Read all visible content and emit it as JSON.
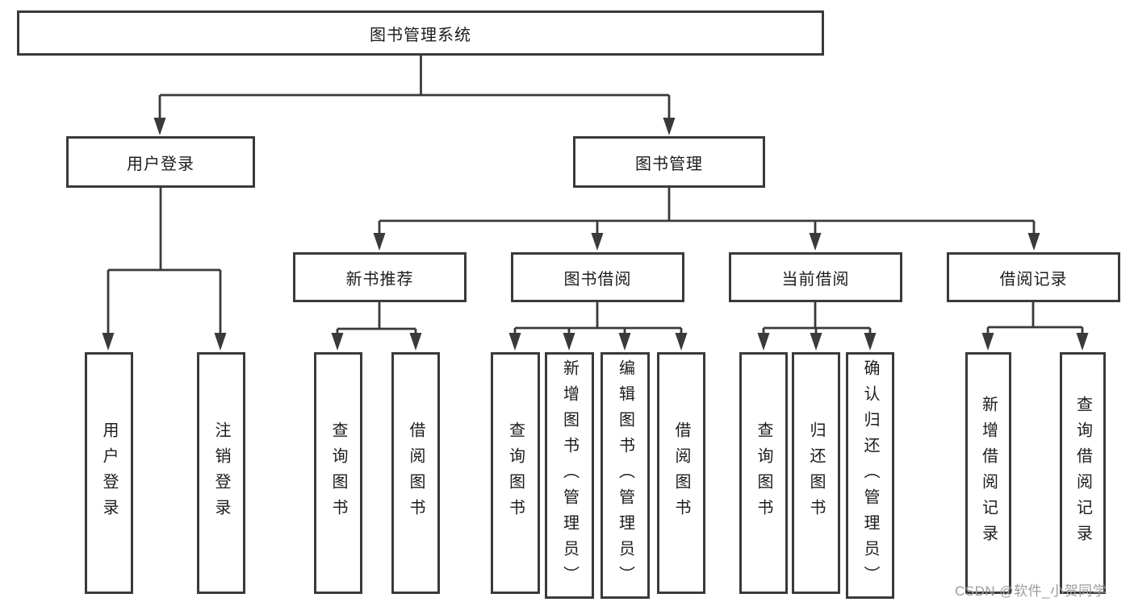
{
  "diagram": {
    "root": {
      "label": "图书管理系统"
    },
    "branches": [
      {
        "label": "用户登录",
        "children": [
          {
            "label": "用户登录"
          },
          {
            "label": "注销登录"
          }
        ]
      },
      {
        "label": "图书管理",
        "children": [
          {
            "label": "新书推荐",
            "children": [
              {
                "label": "查询图书"
              },
              {
                "label": "借阅图书"
              }
            ]
          },
          {
            "label": "图书借阅",
            "children": [
              {
                "label": "查询图书"
              },
              {
                "label": "新增图书（管理员）"
              },
              {
                "label": "编辑图书（管理员）"
              },
              {
                "label": "借阅图书"
              }
            ]
          },
          {
            "label": "当前借阅",
            "children": [
              {
                "label": "查询图书"
              },
              {
                "label": "归还图书"
              },
              {
                "label": "确认归还（管理员）"
              }
            ]
          },
          {
            "label": "借阅记录",
            "children": [
              {
                "label": "新增借阅记录"
              },
              {
                "label": "查询借阅记录"
              }
            ]
          }
        ]
      }
    ]
  },
  "watermark": {
    "text": "CSDN @软件_小贺同学"
  },
  "colors": {
    "line": "#3a3a3a",
    "box_border": "#3a3a3a",
    "box_background": "#ffffff",
    "text": "#1c1c1c",
    "watermark": "#9b9b9b"
  }
}
